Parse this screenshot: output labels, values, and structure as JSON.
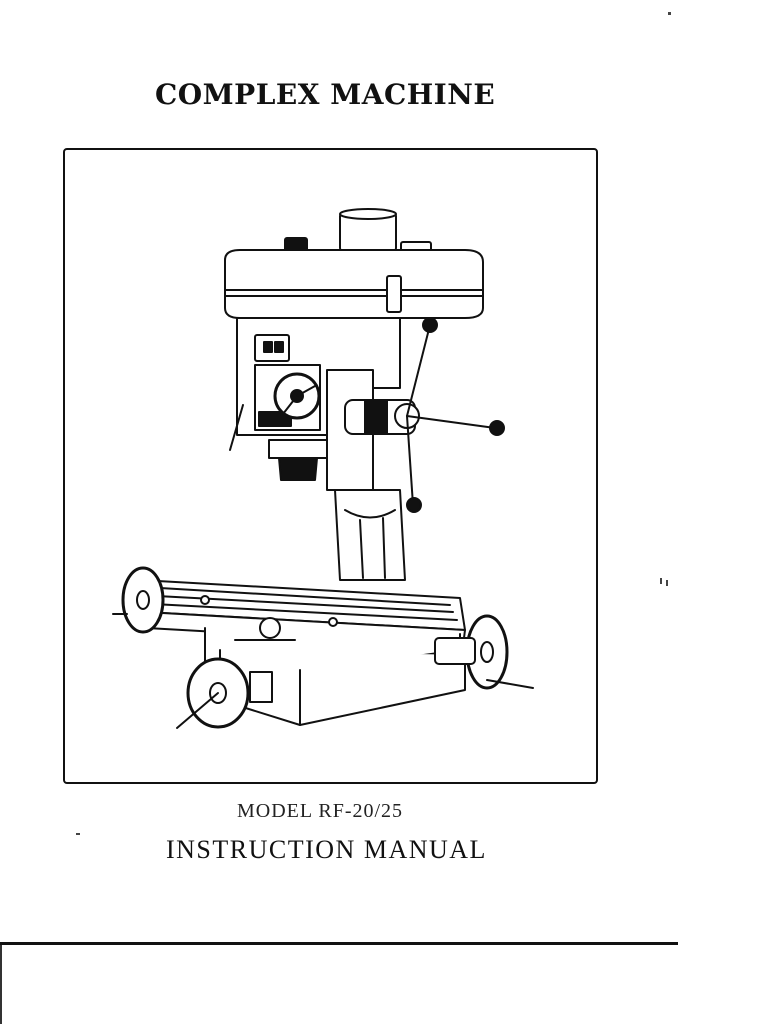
{
  "cover": {
    "title": "COMPLEX MACHINE",
    "model": "MODEL RF-20/25",
    "subtitle": "INSTRUCTION MANUAL"
  },
  "illustration": {
    "subject": "mill-drill-machine-icon",
    "line_color": "#111111"
  }
}
